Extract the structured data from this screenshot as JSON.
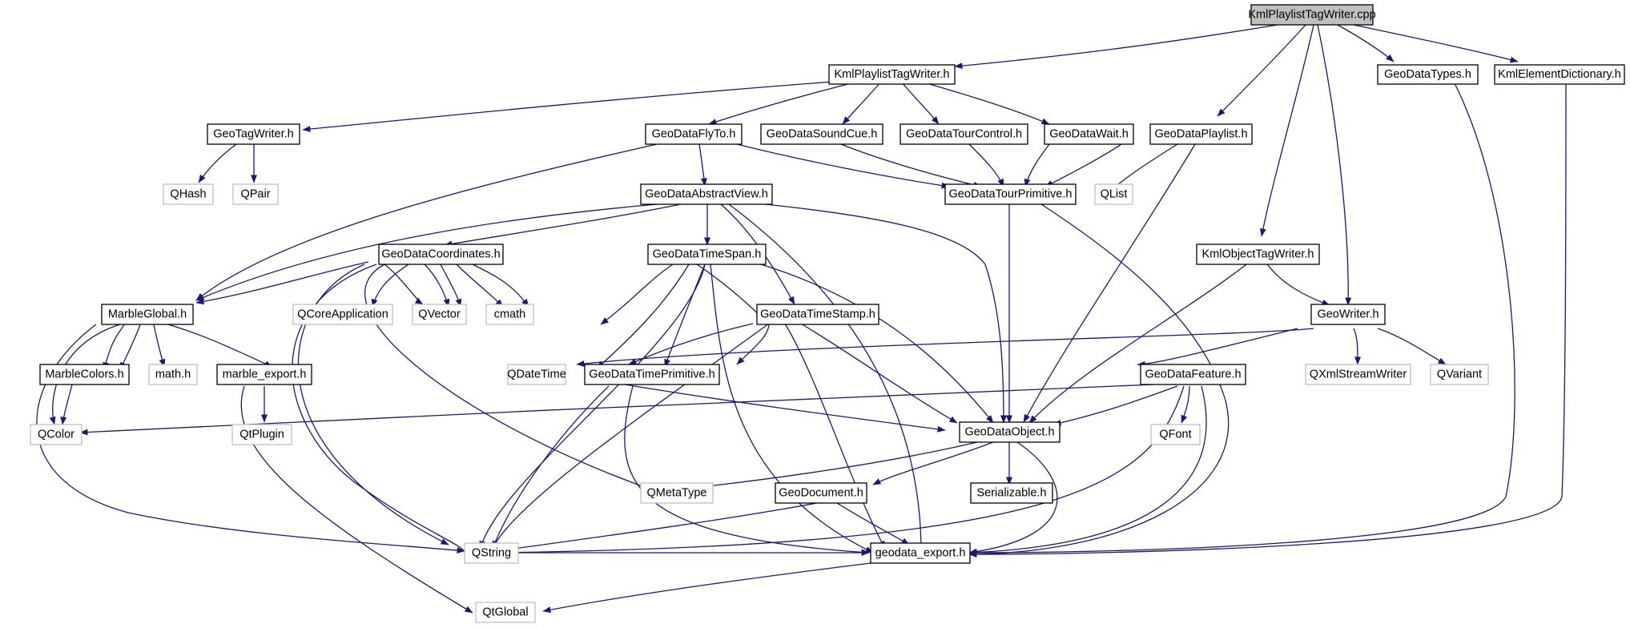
{
  "colors": {
    "edge": "#191970",
    "header_fill": "#bfbfbf",
    "normal_border": "#000000",
    "external_border": "#bfbfbf",
    "label": "#000000"
  },
  "nodes": [
    {
      "id": "kpt_cpp",
      "label": "KmlPlaylistTagWriter.cpp",
      "kind": "header"
    },
    {
      "id": "kpt_h",
      "label": "KmlPlaylistTagWriter.h",
      "kind": "normal"
    },
    {
      "id": "types_h",
      "label": "GeoDataTypes.h",
      "kind": "normal"
    },
    {
      "id": "dict_h",
      "label": "KmlElementDictionary.h",
      "kind": "normal"
    },
    {
      "id": "tagwriter_h",
      "label": "GeoTagWriter.h",
      "kind": "normal"
    },
    {
      "id": "flyto_h",
      "label": "GeoDataFlyTo.h",
      "kind": "normal"
    },
    {
      "id": "soundcue_h",
      "label": "GeoDataSoundCue.h",
      "kind": "normal"
    },
    {
      "id": "tourcontrol_h",
      "label": "GeoDataTourControl.h",
      "kind": "normal"
    },
    {
      "id": "wait_h",
      "label": "GeoDataWait.h",
      "kind": "normal"
    },
    {
      "id": "playlist_h",
      "label": "GeoDataPlaylist.h",
      "kind": "normal"
    },
    {
      "id": "qhash",
      "label": "QHash",
      "kind": "external"
    },
    {
      "id": "qpair",
      "label": "QPair",
      "kind": "external"
    },
    {
      "id": "abstractview_h",
      "label": "GeoDataAbstractView.h",
      "kind": "normal"
    },
    {
      "id": "tourprim_h",
      "label": "GeoDataTourPrimitive.h",
      "kind": "normal"
    },
    {
      "id": "qlist",
      "label": "QList",
      "kind": "external"
    },
    {
      "id": "coords_h",
      "label": "GeoDataCoordinates.h",
      "kind": "normal"
    },
    {
      "id": "timespan_h",
      "label": "GeoDataTimeSpan.h",
      "kind": "normal"
    },
    {
      "id": "kmlobj_h",
      "label": "KmlObjectTagWriter.h",
      "kind": "normal"
    },
    {
      "id": "marbleglobal_h",
      "label": "MarbleGlobal.h",
      "kind": "normal"
    },
    {
      "id": "qcoreapp",
      "label": "QCoreApplication",
      "kind": "external"
    },
    {
      "id": "qvector",
      "label": "QVector",
      "kind": "external"
    },
    {
      "id": "cmath",
      "label": "cmath",
      "kind": "external"
    },
    {
      "id": "timestamp_h",
      "label": "GeoDataTimeStamp.h",
      "kind": "normal"
    },
    {
      "id": "geowriter_h",
      "label": "GeoWriter.h",
      "kind": "normal"
    },
    {
      "id": "marblecolors_h",
      "label": "MarbleColors.h",
      "kind": "normal"
    },
    {
      "id": "math_h",
      "label": "math.h",
      "kind": "external"
    },
    {
      "id": "marble_export_h",
      "label": "marble_export.h",
      "kind": "normal"
    },
    {
      "id": "qdatetime",
      "label": "QDateTime",
      "kind": "external"
    },
    {
      "id": "timeprim_h",
      "label": "GeoDataTimePrimitive.h",
      "kind": "normal"
    },
    {
      "id": "feature_h",
      "label": "GeoDataFeature.h",
      "kind": "normal"
    },
    {
      "id": "qxmlstream",
      "label": "QXmlStreamWriter",
      "kind": "external"
    },
    {
      "id": "qvariant",
      "label": "QVariant",
      "kind": "external"
    },
    {
      "id": "qcolor",
      "label": "QColor",
      "kind": "external"
    },
    {
      "id": "qtplugin",
      "label": "QtPlugin",
      "kind": "external"
    },
    {
      "id": "object_h",
      "label": "GeoDataObject.h",
      "kind": "normal"
    },
    {
      "id": "qfont",
      "label": "QFont",
      "kind": "external"
    },
    {
      "id": "qmetatype",
      "label": "QMetaType",
      "kind": "external"
    },
    {
      "id": "document_h",
      "label": "GeoDocument.h",
      "kind": "normal"
    },
    {
      "id": "serializable_h",
      "label": "Serializable.h",
      "kind": "normal"
    },
    {
      "id": "qstring",
      "label": "QString",
      "kind": "external"
    },
    {
      "id": "geodata_export_h",
      "label": "geodata_export.h",
      "kind": "normal"
    },
    {
      "id": "qtglobal",
      "label": "QtGlobal",
      "kind": "external"
    }
  ]
}
